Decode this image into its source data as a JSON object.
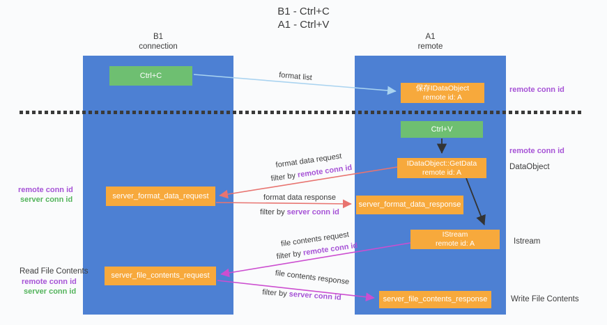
{
  "title": {
    "line1": "B1 - Ctrl+C",
    "line2": "A1 - Ctrl+V"
  },
  "lanes": {
    "left": {
      "name": "B1",
      "sub": "connection"
    },
    "right": {
      "name": "A1",
      "sub": "remote"
    }
  },
  "nodes": {
    "ctrl_c": {
      "label": "Ctrl+C"
    },
    "ctrl_v": {
      "label": "Ctrl+V"
    },
    "save_dataobject": {
      "line1": "保存IDataObject",
      "line2": "remote id: A"
    },
    "getdata": {
      "line1": "IDataObject::GetData",
      "line2": "remote id: A"
    },
    "istream": {
      "line1": "IStream",
      "line2": "remote id: A"
    },
    "server_format_data_request": {
      "label": "server_format_data_request"
    },
    "server_format_data_response": {
      "label": "server_format_data_response"
    },
    "server_file_contents_request": {
      "label": "server_file_contents_request"
    },
    "server_file_contents_response": {
      "label": "server_file_contents_response"
    }
  },
  "edge_labels": {
    "format_list": "format list",
    "fmt_req": "format data request",
    "fmt_req_filter": {
      "prefix": "filter by ",
      "highlight": "remote conn id"
    },
    "fmt_resp": "format data response",
    "fmt_resp_filter": {
      "prefix": "filter by ",
      "highlight": "server conn id"
    },
    "file_req": "file contents request",
    "file_req_filter": {
      "prefix": "filter by ",
      "highlight": "remote conn id"
    },
    "file_resp": "file contents response",
    "file_resp_filter": {
      "prefix": "filter by ",
      "highlight": "server conn id"
    }
  },
  "side_labels": {
    "right_remote_conn_id_1": "remote conn id",
    "right_remote_conn_id_2": "remote conn id",
    "dataobject": "DataObject",
    "istream": "Istream",
    "write_file_contents": "Write File Contents",
    "left_remote_conn_id_1": "remote conn id",
    "left_server_conn_id_1": "server conn id",
    "read_file_contents": "Read File Contents",
    "left_remote_conn_id_2": "remote conn id",
    "left_server_conn_id_2": "server conn id"
  },
  "colors": {
    "lane_blue": "#4d80d3",
    "node_orange": "#f7a93c",
    "node_green": "#6ebf71",
    "arrow_red": "#e87470",
    "arrow_magenta": "#cc4ed0",
    "arrow_light_blue": "#a9d3f0",
    "arrow_black": "#333333",
    "text_purple": "#a653d6",
    "text_green": "#54b45c"
  }
}
